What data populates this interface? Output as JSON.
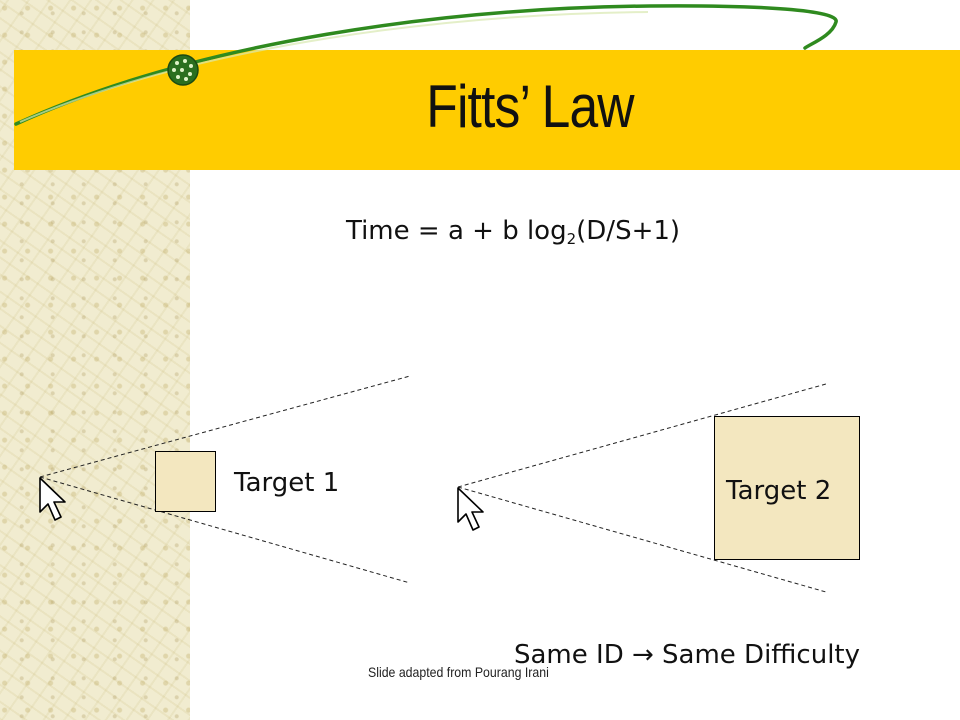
{
  "slide": {
    "title": "Fitts’ Law",
    "equation": {
      "prefix": "Time = a + b log",
      "subscript": "2",
      "suffix": "(D/S+1)"
    },
    "target_1": {
      "label": "Target 1"
    },
    "target_2": {
      "label": "Target 2"
    },
    "conclusion": "Same ID → Same Difficulty",
    "credit": "Slide adapted from Pourang Irani"
  },
  "colors": {
    "title_band": "#ffcc00",
    "target_fill": "#f3e7bf",
    "swoosh": "#2f8a1f",
    "texture": "#f1ecd0"
  },
  "icons": {
    "cursor": "pointer-cursor-icon",
    "bullet": "green-dotted-orb-icon"
  }
}
